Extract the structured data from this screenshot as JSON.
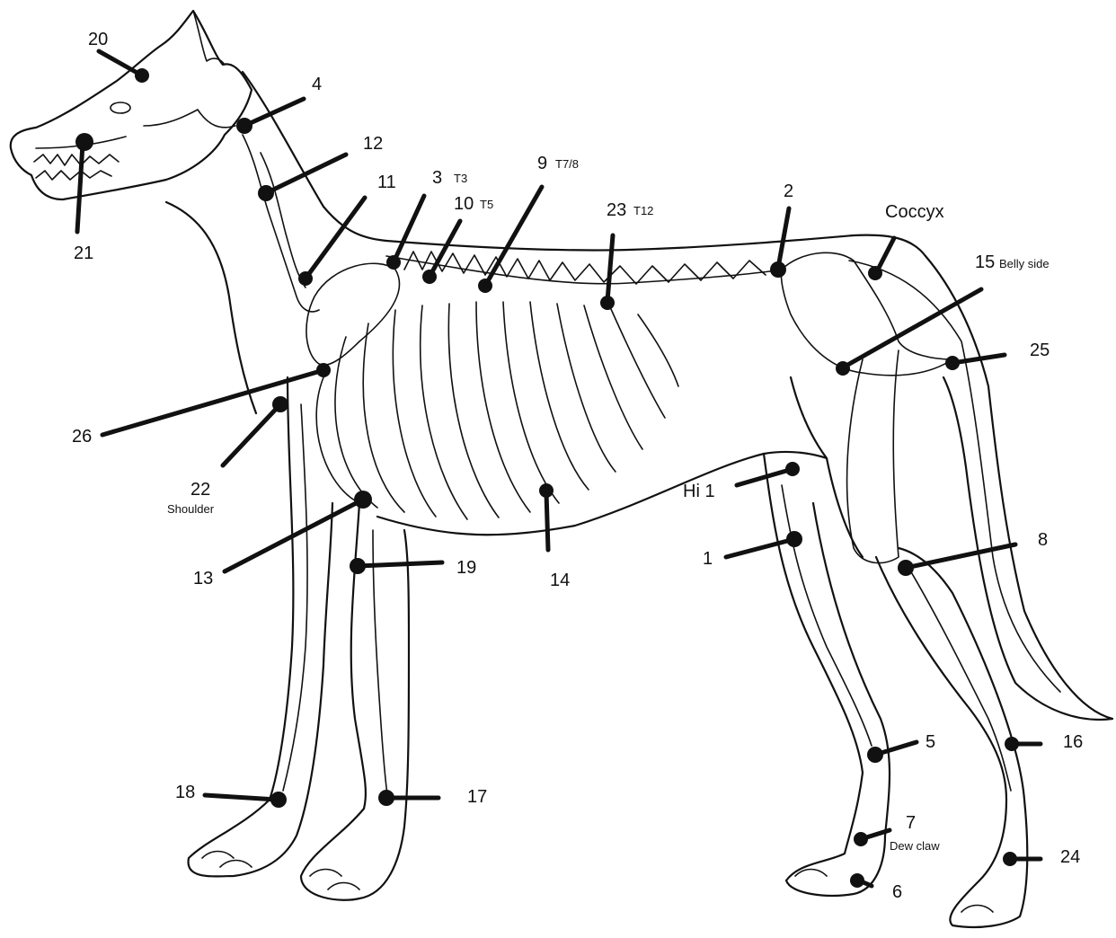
{
  "colors": {
    "ink": "#111111",
    "background": "#ffffff"
  },
  "points": [
    {
      "id": "20",
      "label": "20"
    },
    {
      "id": "4",
      "label": "4"
    },
    {
      "id": "21",
      "label": "21"
    },
    {
      "id": "12",
      "label": "12"
    },
    {
      "id": "11",
      "label": "11"
    },
    {
      "id": "3",
      "label": "3",
      "sub": "T3"
    },
    {
      "id": "10",
      "label": "10",
      "sub": "T5"
    },
    {
      "id": "9",
      "label": "9",
      "sub": "T7/8"
    },
    {
      "id": "23",
      "label": "23",
      "sub": "T12"
    },
    {
      "id": "2",
      "label": "2"
    },
    {
      "id": "coccyx",
      "label": "Coccyx"
    },
    {
      "id": "15",
      "label": "15",
      "sub": "Belly side"
    },
    {
      "id": "25",
      "label": "25"
    },
    {
      "id": "26",
      "label": "26"
    },
    {
      "id": "22",
      "label": "22",
      "sub": "Shoulder"
    },
    {
      "id": "hi1",
      "label": "Hi 1"
    },
    {
      "id": "13",
      "label": "13"
    },
    {
      "id": "19",
      "label": "19"
    },
    {
      "id": "14",
      "label": "14"
    },
    {
      "id": "1",
      "label": "1"
    },
    {
      "id": "8",
      "label": "8"
    },
    {
      "id": "5",
      "label": "5"
    },
    {
      "id": "16",
      "label": "16"
    },
    {
      "id": "18",
      "label": "18"
    },
    {
      "id": "17",
      "label": "17"
    },
    {
      "id": "7",
      "label": "7",
      "sub": "Dew claw"
    },
    {
      "id": "24",
      "label": "24"
    },
    {
      "id": "6",
      "label": "6"
    }
  ]
}
